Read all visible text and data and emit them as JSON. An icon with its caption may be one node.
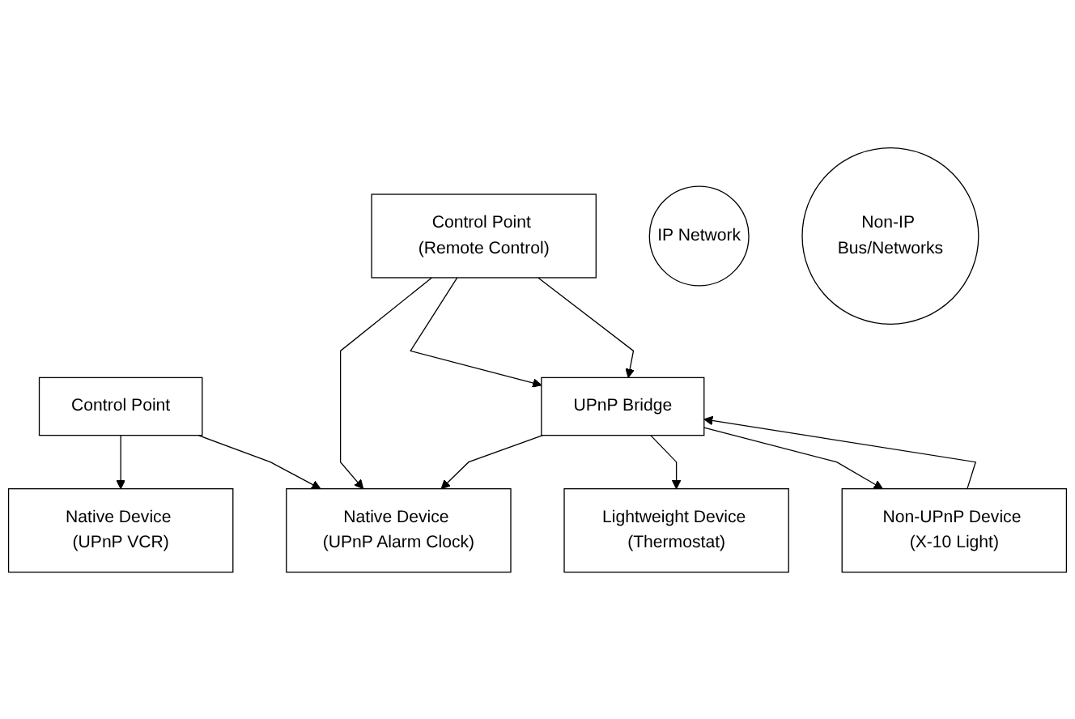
{
  "diagram": {
    "nodes": [
      {
        "text": [
          "Control Point"
        ]
      },
      {
        "text": [
          "Control Point (Remote Control)"
        ]
      },
      {
        "text": [
          "IP Network"
        ]
      },
      {
        "text": [
          "Native Device (UPnP VCR)"
        ]
      },
      {
        "text": [
          "UPnP Bridge"
        ]
      },
      {
        "text": [
          "Lightweight Device (Thermostat)"
        ]
      },
      {
        "text": [
          "Native Device (UPnP Alarm Clock)"
        ]
      },
      {
        "text": [
          "Non-IP Bus/Networks"
        ]
      },
      {
        "text": [
          "Non-UPnP Device (X-10 Light)"
        ]
      }
    ],
    "edges": [
      {
        "from": 0,
        "to": 3,
        "arrow": "to"
      },
      {
        "from": 0,
        "to": 6,
        "arrow": "to"
      },
      {
        "from": 1,
        "to": 6,
        "arrow": "to"
      },
      {
        "from": 1,
        "to": 4,
        "arrow": "to"
      },
      {
        "from": 1,
        "to": 4,
        "arrow": "to"
      },
      {
        "from": 4,
        "to": 6,
        "arrow": "to"
      },
      {
        "from": 4,
        "to": 5,
        "arrow": "to"
      },
      {
        "from": 4,
        "to": 8,
        "arrow": "to"
      },
      {
        "from": 8,
        "to": 4,
        "arrow": "to"
      }
    ]
  }
}
